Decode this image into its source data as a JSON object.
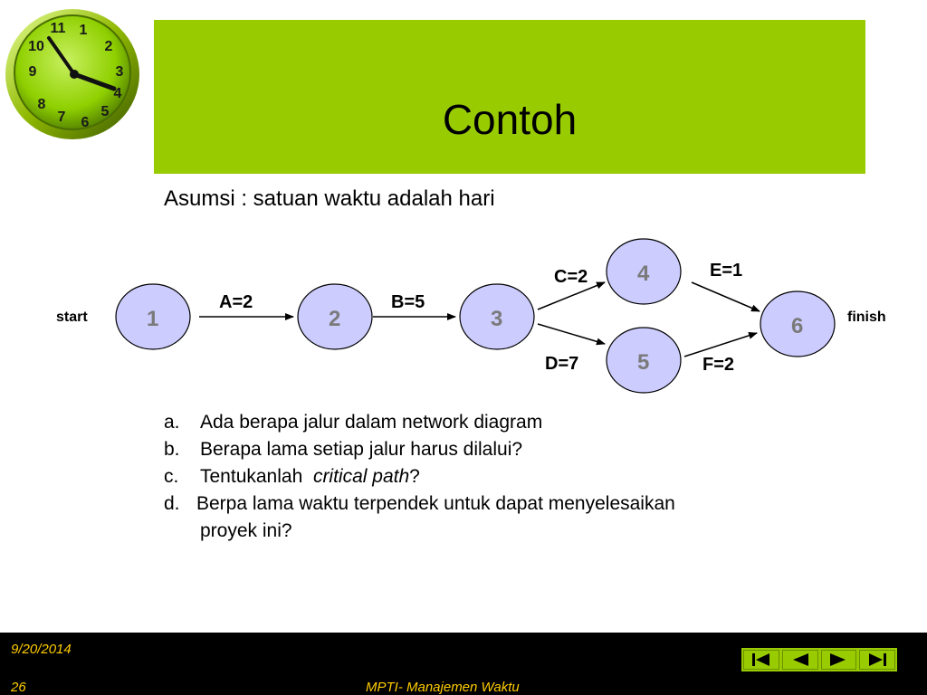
{
  "header": {
    "title": "Contoh"
  },
  "subtitle": "Asumsi : satuan waktu adalah hari",
  "diagram": {
    "start_label": "start",
    "finish_label": "finish",
    "nodes": [
      "1",
      "2",
      "3",
      "4",
      "5",
      "6"
    ],
    "activities": [
      "A=2",
      "B=5",
      "C=2",
      "D=7",
      "E=1",
      "F=2"
    ]
  },
  "questions": [
    {
      "marker": "a.",
      "text": "Ada berapa jalur dalam network diagram"
    },
    {
      "marker": "b.",
      "text": "Berapa lama setiap jalur harus dilalui?"
    },
    {
      "marker": "c.",
      "text_before": "Tentukanlah ",
      "text_italic": "critical path",
      "text_after": "?"
    },
    {
      "marker": "d.",
      "line1": "Berpa lama waktu terpendek untuk dapat menyelesaikan",
      "line2": "proyek ini?"
    }
  ],
  "footer": {
    "date": "9/20/2014",
    "page": "26",
    "course": "MPTI- Manajemen Waktu"
  },
  "icons": {
    "first": "first-slide-icon",
    "prev": "previous-slide-icon",
    "next": "next-slide-icon",
    "last": "last-slide-icon"
  },
  "colors": {
    "accent": "#99cc00",
    "node_fill": "#ccccff",
    "footer_bg": "#000000",
    "footer_text": "#ffcc00"
  }
}
